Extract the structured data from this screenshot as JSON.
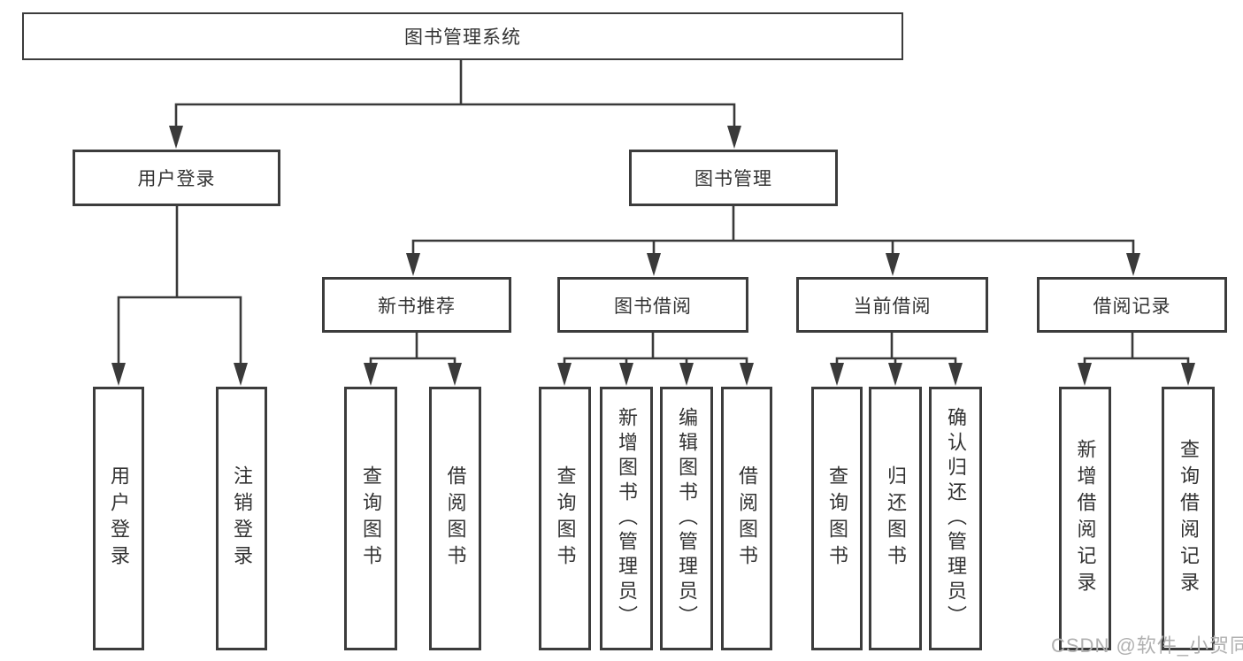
{
  "tree": {
    "label": "图书管理系统",
    "children": [
      {
        "label": "用户登录",
        "children": [
          {
            "label": "用户登录"
          },
          {
            "label": "注销登录"
          }
        ]
      },
      {
        "label": "图书管理",
        "children": [
          {
            "label": "新书推荐",
            "children": [
              {
                "label": "查询图书"
              },
              {
                "label": "借阅图书"
              }
            ]
          },
          {
            "label": "图书借阅",
            "children": [
              {
                "label": "查询图书"
              },
              {
                "label": "新增图书（管理员）"
              },
              {
                "label": "编辑图书（管理员）"
              },
              {
                "label": "借阅图书"
              }
            ]
          },
          {
            "label": "当前借阅",
            "children": [
              {
                "label": "查询图书"
              },
              {
                "label": "归还图书"
              },
              {
                "label": "确认归还（管理员）"
              }
            ]
          },
          {
            "label": "借阅记录",
            "children": [
              {
                "label": "新增借阅记录"
              },
              {
                "label": "查询借阅记录"
              }
            ]
          }
        ]
      }
    ]
  },
  "watermark": "CSDN @软件_小贺同学",
  "colors": {
    "line": "#3a3a3a",
    "box_border": "#3c3c3c",
    "text": "#333333",
    "watermark": "#b0b0b0",
    "background": "#ffffff"
  }
}
